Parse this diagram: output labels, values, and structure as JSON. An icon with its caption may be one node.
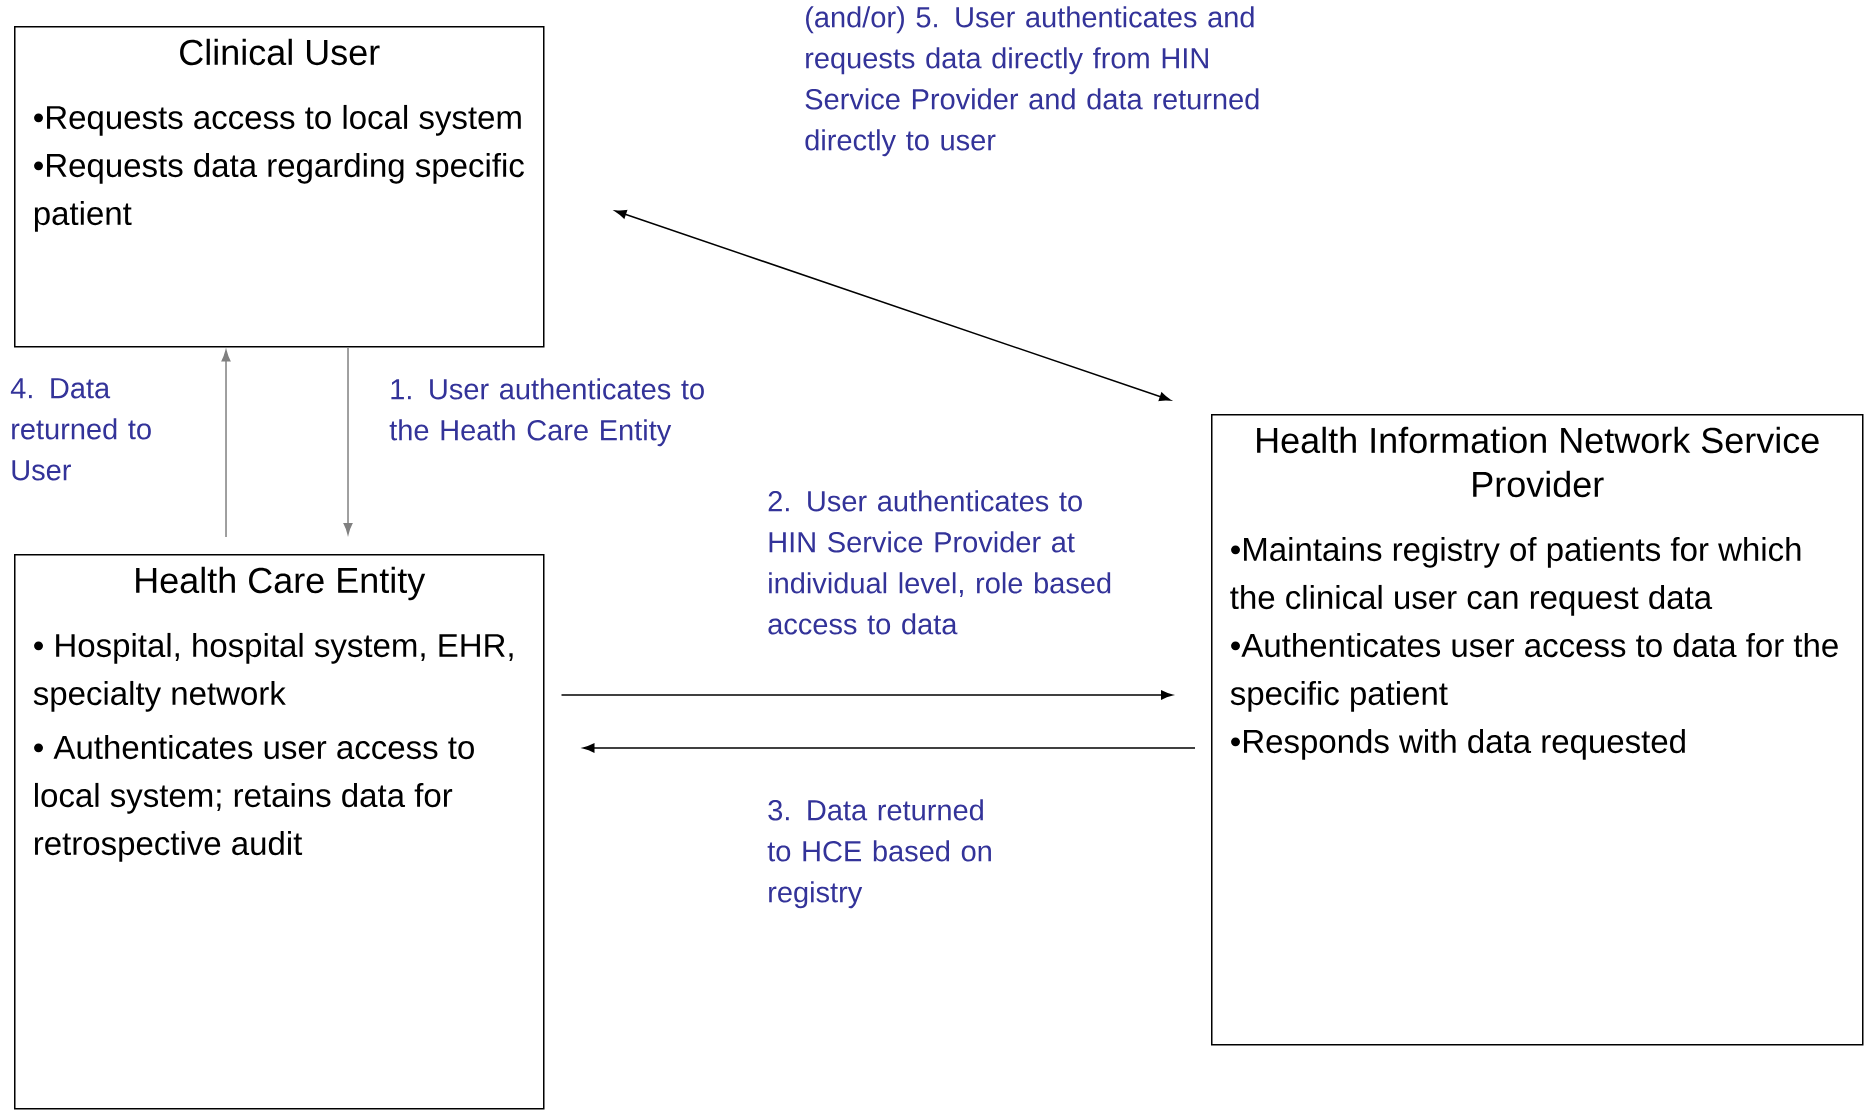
{
  "diagram": {
    "nodes": [
      {
        "text": [
          "Clinical User",
          "•Requests access to local system",
          "•Requests data regarding specific patient"
        ]
      },
      {
        "text": [
          "Health Care Entity",
          "• Hospital, hospital system, EHR, specialty network",
          "• Authenticates user access to local system; retains data for retrospective audit"
        ]
      },
      {
        "text": [
          "Health Information Network Service Provider",
          "•Maintains registry of patients for which the clinical user can request data",
          "•Authenticates user access to data for the specific patient",
          "•Responds with data requested"
        ]
      }
    ],
    "edges": [
      {
        "from": 0,
        "to": 1,
        "arrow": "to",
        "label": "1. User authenticates to the Heath Care Entity",
        "color": "#808080"
      },
      {
        "from": 1,
        "to": 2,
        "arrow": "to",
        "label": "2. User authenticates to HIN Service Provider at individual level, role based access to data"
      },
      {
        "from": 2,
        "to": 1,
        "arrow": "to",
        "label": "3. Data returned to HCE based on registry"
      },
      {
        "from": 1,
        "to": 0,
        "arrow": "to",
        "label": "4. Data returned to User",
        "color": "#808080"
      },
      {
        "from": 0,
        "to": 2,
        "arrow": "both",
        "label": "(and/or) 5. User authenticates and requests data directly from HIN Service Provider and data returned directly to user"
      }
    ]
  }
}
